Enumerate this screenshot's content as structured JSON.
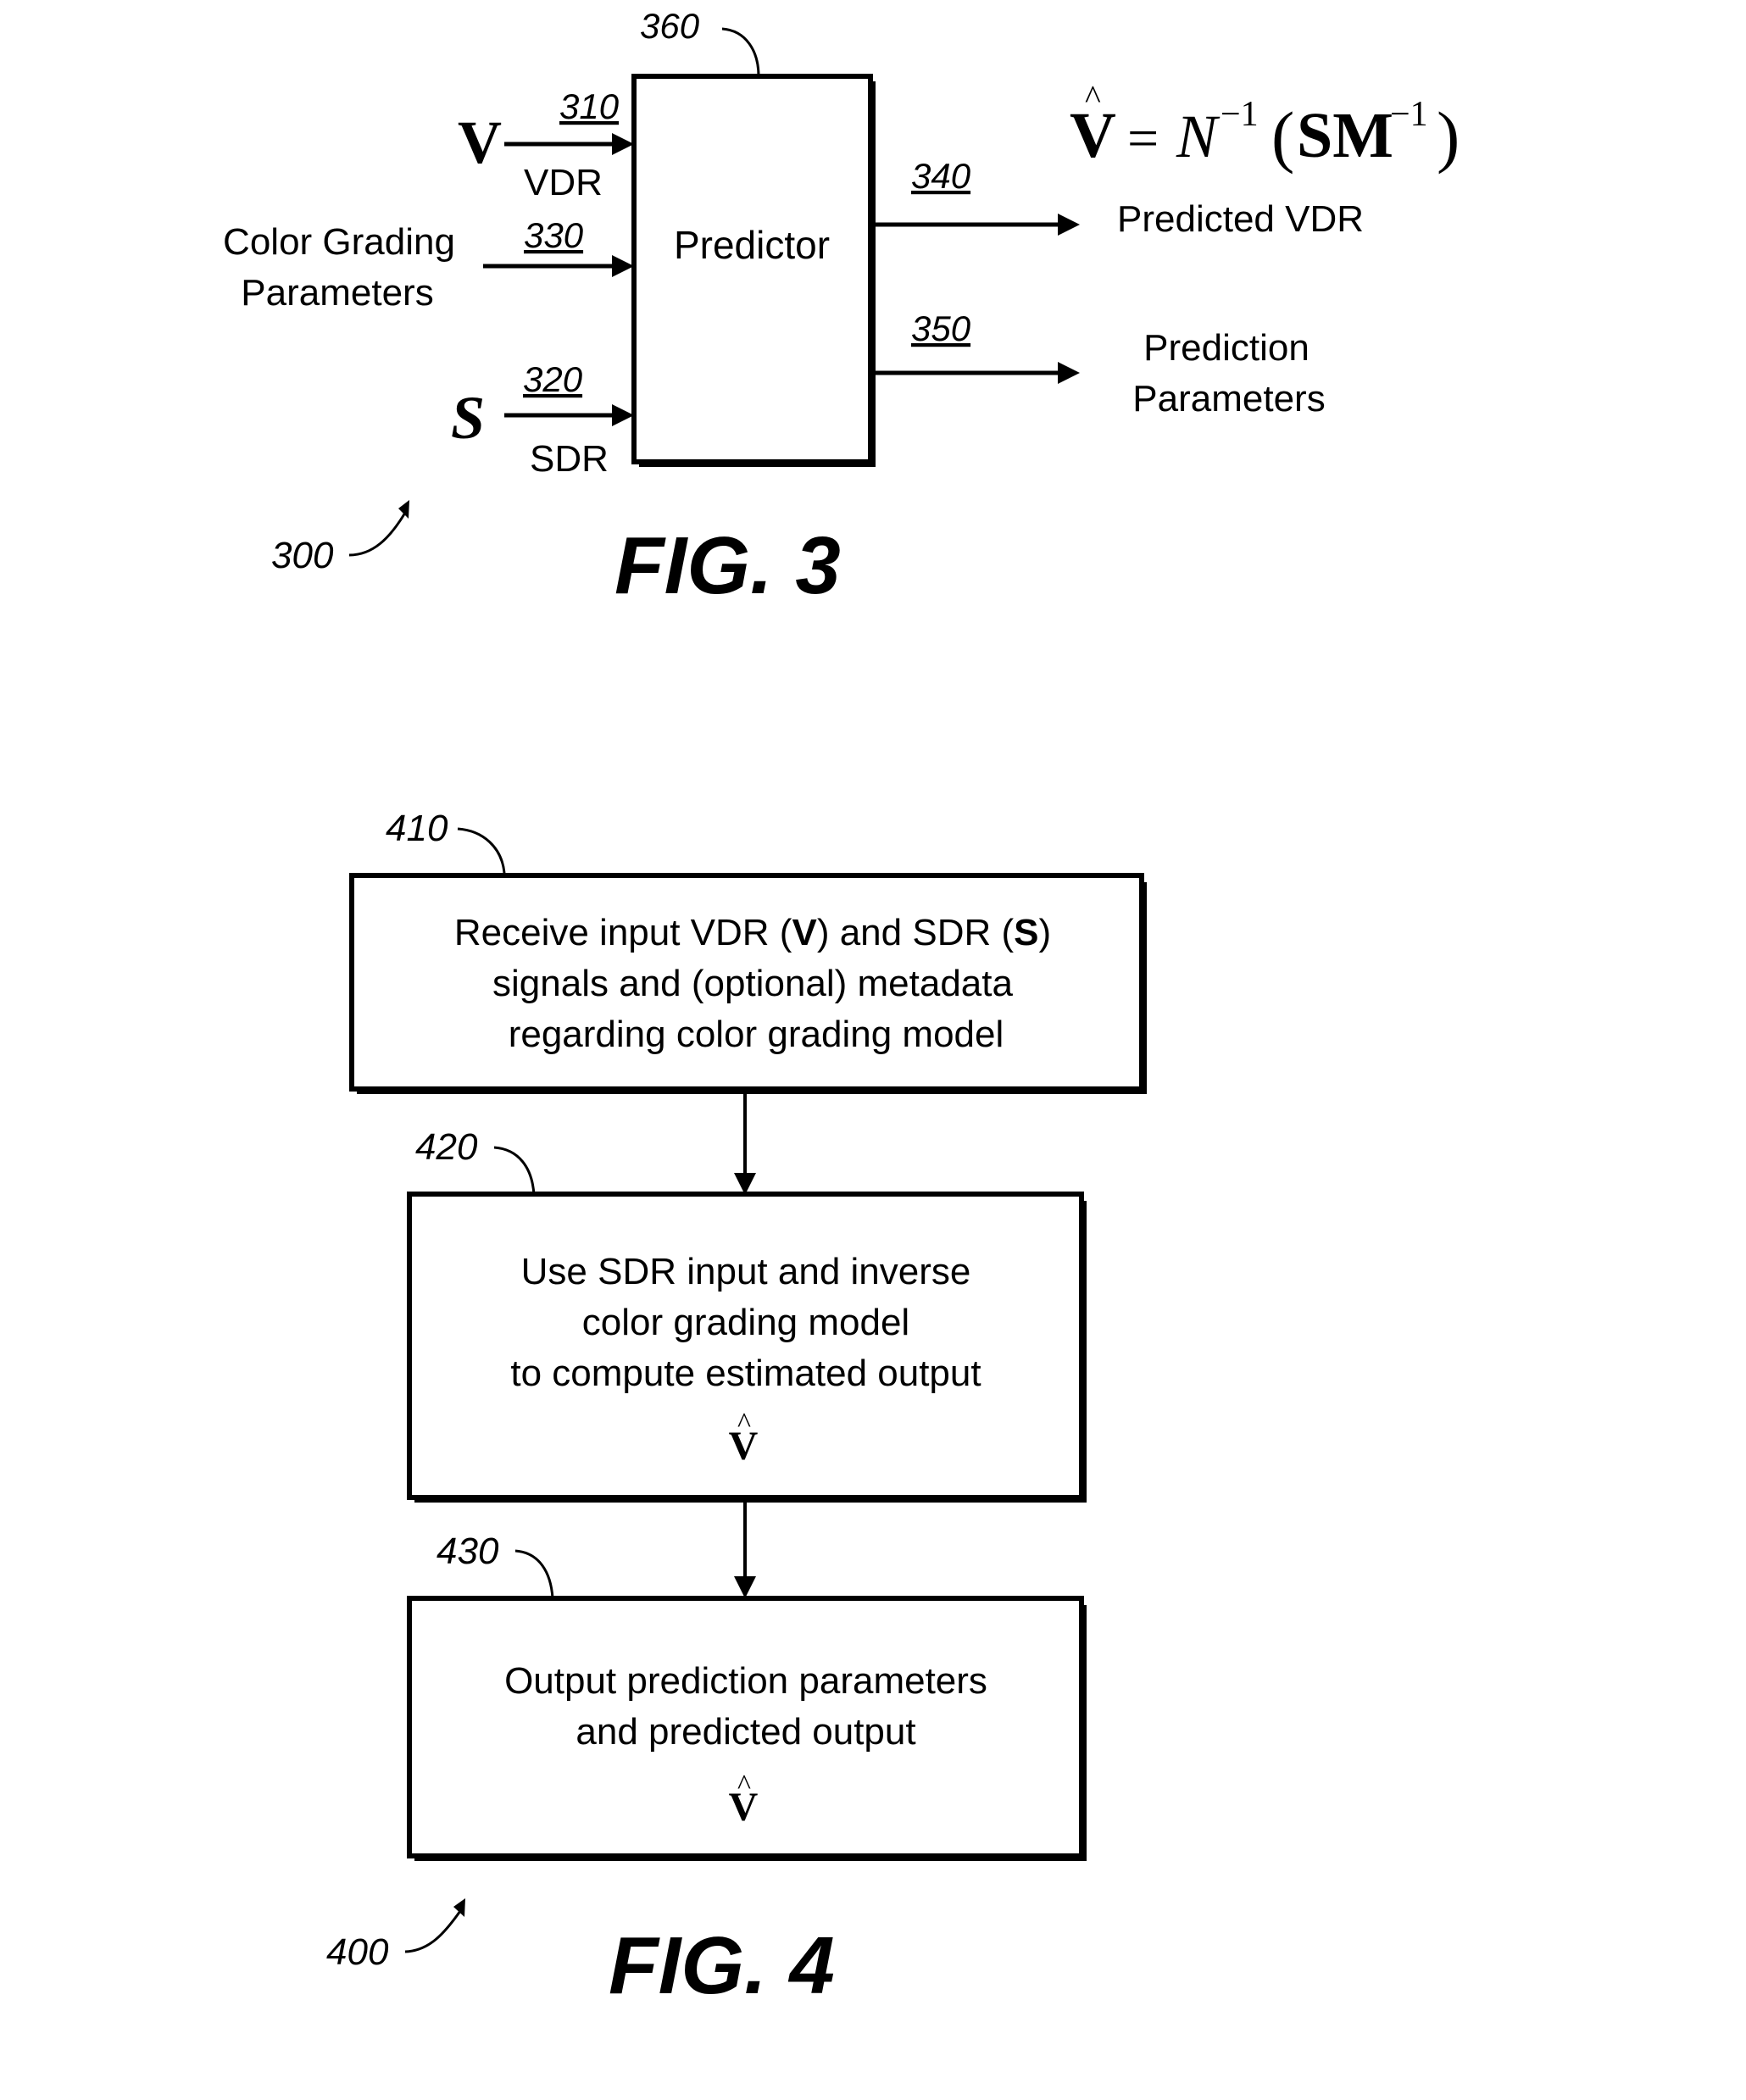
{
  "fig3": {
    "caption": "FIG. 3",
    "figure_ref": "300",
    "block": {
      "ref": "360",
      "label": "Predictor"
    },
    "inputs": [
      {
        "ref": "310",
        "symbol": "V",
        "label": "VDR"
      },
      {
        "ref": "330",
        "label_line1": "Color Grading",
        "label_line2": "Parameters"
      },
      {
        "ref": "320",
        "symbol": "S",
        "label": "SDR"
      }
    ],
    "outputs": [
      {
        "ref": "340",
        "label": "Predicted VDR"
      },
      {
        "ref": "350",
        "label_line1": "Prediction",
        "label_line2": "Parameters"
      }
    ],
    "equation": {
      "lhs": "V",
      "lhs_accent": "^",
      "equals": "=",
      "func": "N",
      "func_exp": "−1",
      "open_paren": "(",
      "arg": "SM",
      "arg_exp": "−1",
      "close_paren": ")"
    }
  },
  "fig4": {
    "caption": "FIG. 4",
    "figure_ref": "400",
    "steps": [
      {
        "ref": "410",
        "lines": [
          {
            "pre": "Receive input VDR (",
            "bold1": "V",
            "mid": ") and SDR (",
            "bold2": "S",
            "post": ")"
          },
          "signals and (optional) metadata",
          "regarding color grading model"
        ]
      },
      {
        "ref": "420",
        "lines": [
          "Use SDR input and inverse",
          "color grading model",
          "to compute estimated output"
        ],
        "symbol": "V",
        "symbol_accent": "^"
      },
      {
        "ref": "430",
        "lines": [
          "Output prediction parameters",
          "and predicted output"
        ],
        "symbol": "V",
        "symbol_accent": "^"
      }
    ]
  }
}
